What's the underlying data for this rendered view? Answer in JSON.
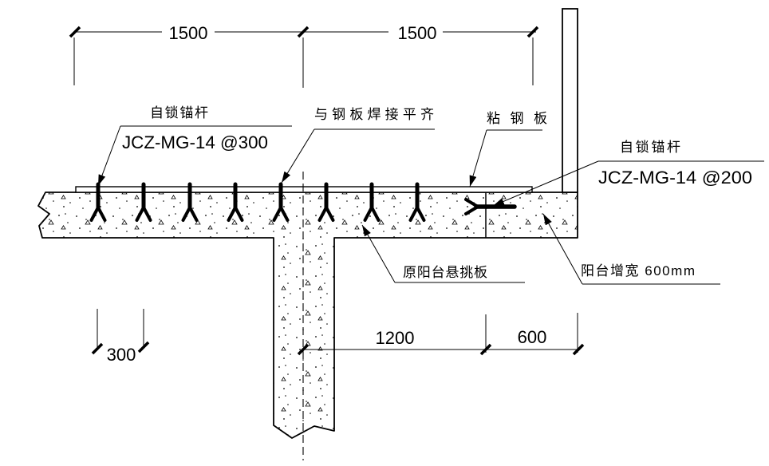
{
  "drawing": {
    "background_color": "#ffffff",
    "line_color": "#000000",
    "type": "balcony-widening-reinforcement-detail"
  },
  "dimensions": {
    "top_left_span": "1500",
    "top_right_span": "1500",
    "cantilever_span": "1200",
    "widened_span": "600",
    "anchor_spacing": "300"
  },
  "labels": {
    "left_anchor_title": "自锁锚杆",
    "left_anchor_spec": "JCZ-MG-14 @300",
    "weld_note": "与钢板焊接平齐",
    "steel_plate": "粘钢板",
    "right_anchor_title": "自锁锚杆",
    "right_anchor_spec": "JCZ-MG-14 @200",
    "original_slab": "原阳台悬挑板",
    "widening_note": "阳台增宽 600mm"
  },
  "figure": {
    "vertical_anchor_count": 8,
    "horizontal_anchor_count": 1
  }
}
